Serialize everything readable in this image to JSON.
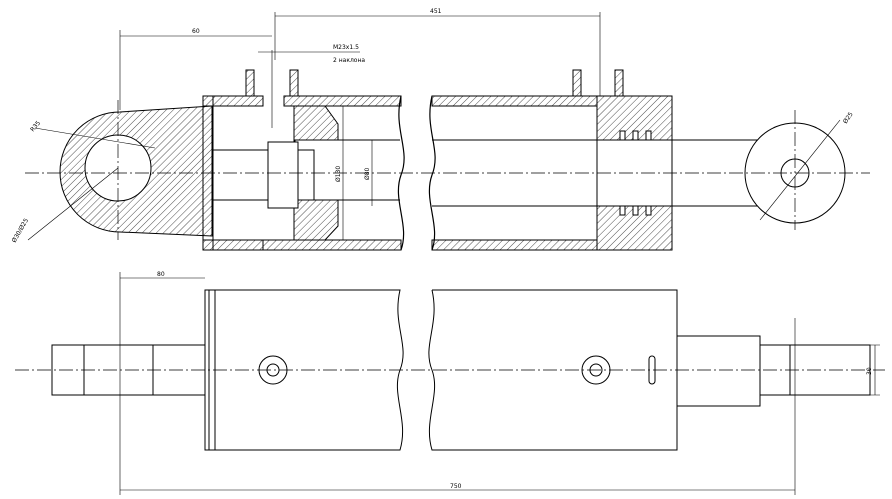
{
  "drawing": {
    "subject": "hydraulic cylinder",
    "dimensions": {
      "piston_position": "60",
      "stroke": "451",
      "port_thread": "M23x1.5",
      "port_note": "2 наклона",
      "ring_radius": "R35",
      "eye_hole": "Ø30/Ø25",
      "bore_diameter": "Ø130",
      "rod_diameter": "Ø80",
      "rod_end_diameter": "Ø25",
      "cap_length": "80",
      "overall_length": "750",
      "rod_end_height": "30"
    }
  }
}
